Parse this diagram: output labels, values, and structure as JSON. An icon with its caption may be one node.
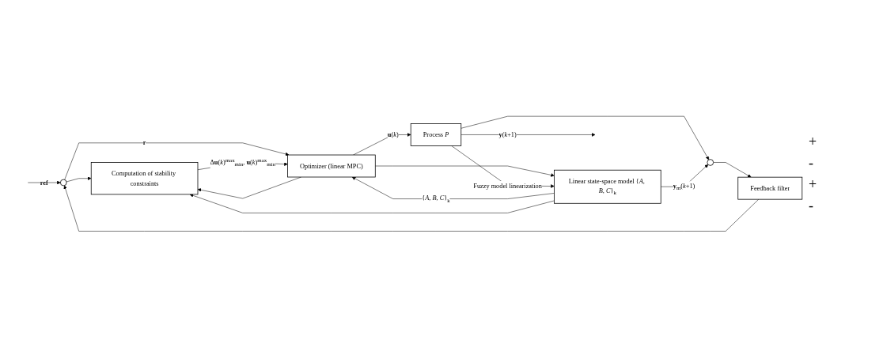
{
  "diagram": {
    "nodes": [
      {
        "text": [],
        "shape": "circle"
      },
      {
        "text": [
          "Computation of stability constraints"
        ]
      },
      {
        "text": [
          "Optimizer (linear MPC)"
        ]
      },
      {
        "text": [
          "Process *P*"
        ]
      },
      {
        "text": [
          "Linear state-space model {*A*, *B*, *C*}$_{k}$"
        ]
      },
      {
        "text": [],
        "shape": "circle"
      },
      {
        "text": [
          "Feedback filter"
        ]
      }
    ],
    "edges": [
      {
        "from": null,
        "to": 0,
        "arrow": "to",
        "label": "**ref**"
      },
      {
        "from": 0,
        "to": 1,
        "arrow": "to"
      },
      {
        "from": 0,
        "to": 2,
        "arrow": "to",
        "label": "**r**"
      },
      {
        "from": 1,
        "to": 2,
        "arrow": "to",
        "label": "Δ**u**(*k*)$^{max}$$_{min}$, **u**(*k*)$^{max}$$_{min}$"
      },
      {
        "from": 2,
        "to": 3,
        "arrow": "to",
        "label": "**u**(*k*)"
      },
      {
        "from": 2,
        "to": 1,
        "arrow": "to"
      },
      {
        "from": 2,
        "to": 4,
        "arrow": "to"
      },
      {
        "from": 3,
        "to": 4,
        "arrow": "to",
        "label": "Fuzzy model linearization"
      },
      {
        "from": 4,
        "to": 2,
        "arrow": "to",
        "label": "{*A*, *B*, *C*}$_{k}$"
      },
      {
        "from": 4,
        "to": 1,
        "arrow": "to"
      },
      {
        "from": 3,
        "to": null,
        "arrow": "to",
        "label": "**y**(*k*+1)"
      },
      {
        "from": 3,
        "to": 5,
        "arrow": "to"
      },
      {
        "from": 4,
        "to": 5,
        "arrow": "to",
        "label": "**y**$_{m}$(*k*+1)"
      },
      {
        "from": 5,
        "to": 6,
        "arrow": "to"
      },
      {
        "from": 6,
        "to": 0,
        "arrow": "to"
      }
    ],
    "labels": [
      "+",
      "-",
      "+",
      "-"
    ]
  }
}
